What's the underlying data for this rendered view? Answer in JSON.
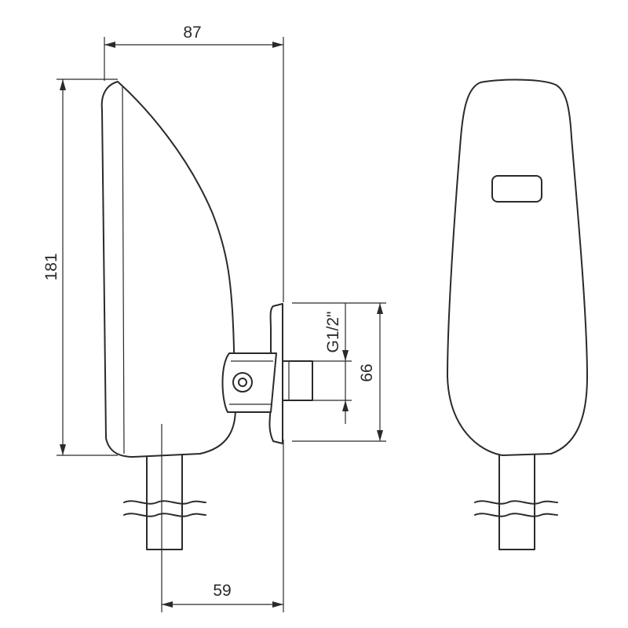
{
  "dimensions": {
    "width_top": "87",
    "height_left": "181",
    "thread": "G1/2\"",
    "connection_height": "66",
    "depth_bottom": "59"
  },
  "colors": {
    "line": "#2a2a2a",
    "background": "#ffffff"
  }
}
